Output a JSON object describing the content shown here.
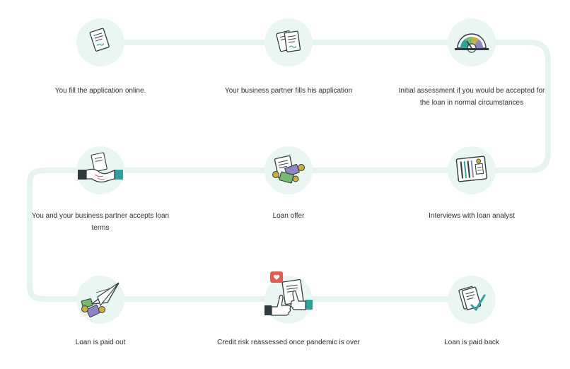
{
  "steps": [
    {
      "label": "You fill the application online.",
      "icon": "document-icon"
    },
    {
      "label": "Your business partner fills his application",
      "icon": "documents-icon"
    },
    {
      "label": "Initial assessment if you would be accepted for the loan in normal circumstances",
      "icon": "gauge-icon"
    },
    {
      "label": "Interviews with loan analyst",
      "icon": "panel-icon"
    },
    {
      "label": "Loan offer",
      "icon": "loan-offer-icon"
    },
    {
      "label": "You and your business partner accepts loan terms",
      "icon": "handshake-icon"
    },
    {
      "label": "Loan is paid out",
      "icon": "paper-plane-money-icon"
    },
    {
      "label": "Credit risk reassessed once pandemic is over",
      "icon": "thumbs-up-icon"
    },
    {
      "label": "Loan is paid back",
      "icon": "document-check-icon"
    }
  ],
  "colors": {
    "path": "#e6f4ef",
    "circle": "#eaf6f1",
    "teal": "#2aa39a",
    "mustard": "#c8b03a",
    "purple": "#8e84c6",
    "green": "#77b96e",
    "red": "#e05a4f",
    "dark": "#2f3a3f"
  }
}
